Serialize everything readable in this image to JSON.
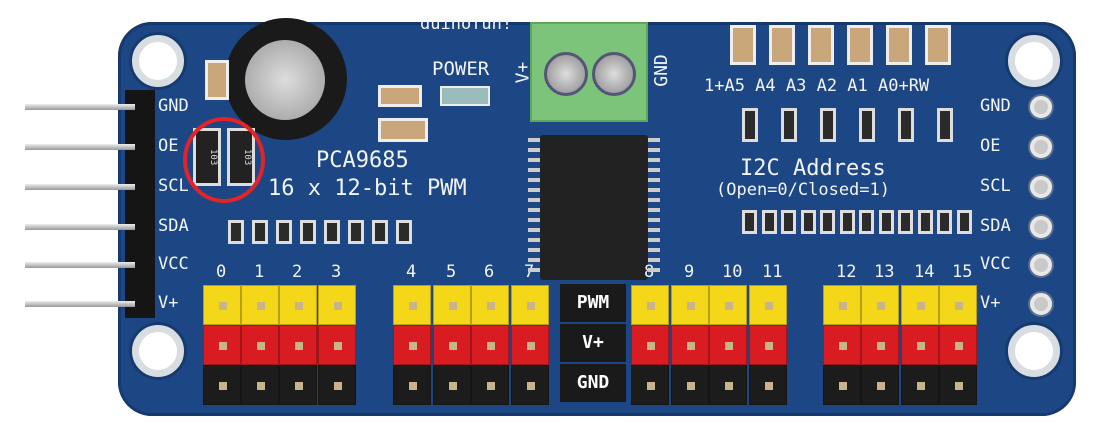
{
  "brand": "duinofun!",
  "power_label": "POWER",
  "terminal": {
    "plus": "V+",
    "gnd": "GND"
  },
  "chip": {
    "name": "PCA9685",
    "desc": "16 x 12-bit PWM"
  },
  "address": {
    "pins": "1+A5 A4 A3 A2 A1 A0+RW",
    "title": "I2C Address",
    "note": "(Open=0/Closed=1)"
  },
  "left_pins": [
    "GND",
    "OE",
    "SCL",
    "SDA",
    "VCC",
    "V+"
  ],
  "right_pins": [
    "GND",
    "OE",
    "SCL",
    "SDA",
    "VCC",
    "V+"
  ],
  "channels": [
    "0",
    "1",
    "2",
    "3",
    "4",
    "5",
    "6",
    "7",
    "8",
    "9",
    "10",
    "11",
    "12",
    "13",
    "14",
    "15"
  ],
  "rows": {
    "pwm": "PWM",
    "vplus": "V+",
    "gnd": "GND"
  },
  "resistor_codes": [
    "103",
    "103"
  ],
  "colors": {
    "board": "#1d4784",
    "highlight": "#e0242a",
    "pwm": "#f4d718",
    "vplus": "#d81c22",
    "gnd": "#1c1c1c"
  }
}
